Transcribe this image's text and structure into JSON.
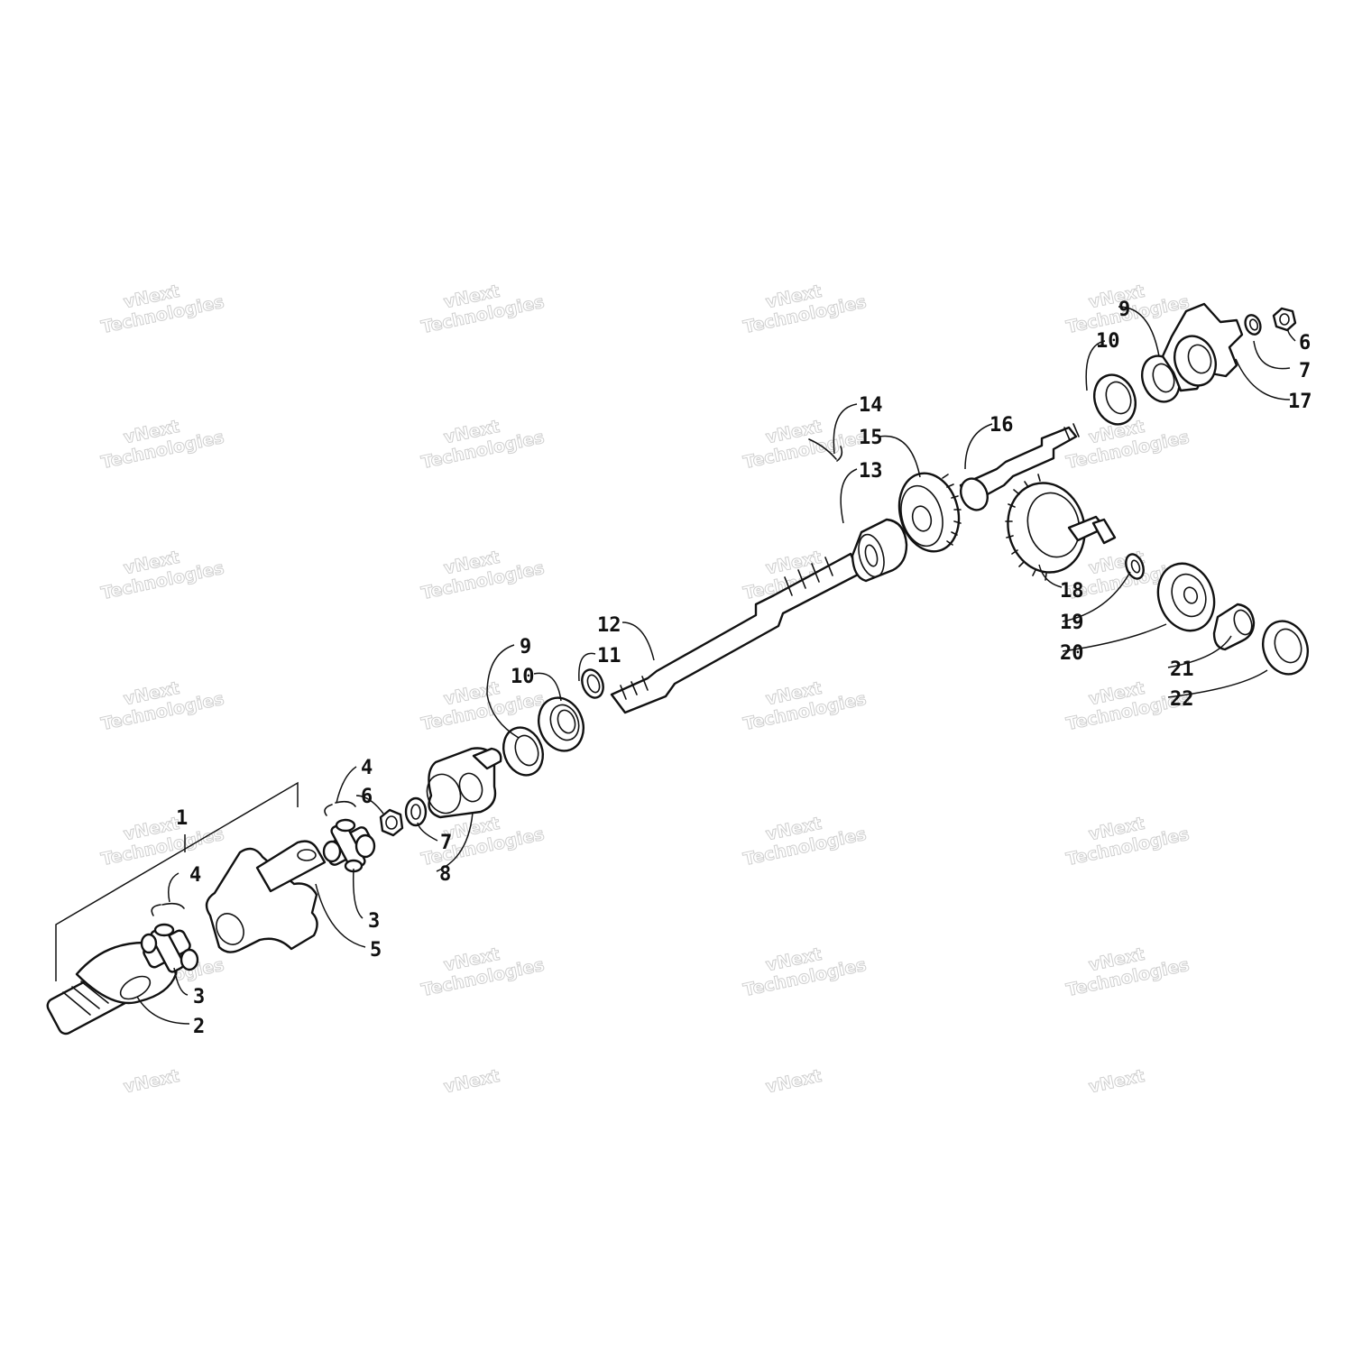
{
  "watermark": {
    "line1": "vNext",
    "line2": "Technologies",
    "color": "#cfcfcf"
  },
  "callouts": {
    "c1": "1",
    "c2": "2",
    "c3a": "3",
    "c3b": "3",
    "c4a": "4",
    "c4b": "4",
    "c5": "5",
    "c6a": "6",
    "c6b": "6",
    "c7a": "7",
    "c7b": "7",
    "c8": "8",
    "c9a": "9",
    "c9b": "9",
    "c10a": "10",
    "c10b": "10",
    "c11": "11",
    "c12": "12",
    "c13": "13",
    "c14": "14",
    "c15": "15",
    "c16": "16",
    "c17": "17",
    "c18": "18",
    "c19": "19",
    "c20": "20",
    "c21": "21",
    "c22": "22"
  },
  "colors": {
    "line": "#111111",
    "background": "#ffffff"
  }
}
